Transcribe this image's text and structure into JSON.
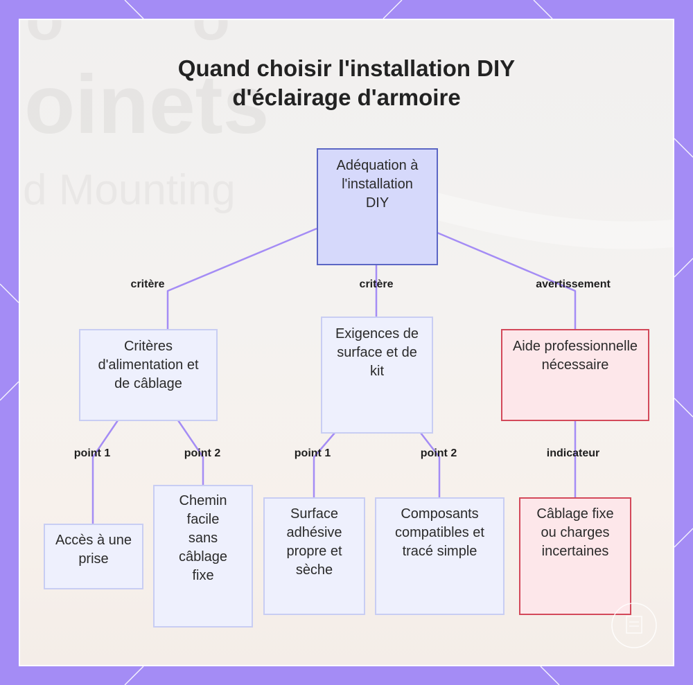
{
  "title": {
    "line1": "Quand choisir l'installation DIY",
    "line2": "d'éclairage d'armoire"
  },
  "nodes": {
    "root": "Adéquation à l'installation DIY",
    "power": "Critères d'alimentation et de câblage",
    "surface": "Exigences de surface et de kit",
    "pro": "Aide professionnelle nécessaire",
    "outlet": "Accès à une prise",
    "path": "Chemin facile sans câblage fixe",
    "adhesive": "Surface adhésive propre et sèche",
    "components": "Composants compatibles et tracé simple",
    "wiring": "Câblage fixe ou charges incertaines"
  },
  "edge_labels": {
    "root_power": "critère",
    "root_surface": "critère",
    "root_pro": "avertissement",
    "power_outlet": "point 1",
    "power_path": "point 2",
    "surface_adhesive": "point 1",
    "surface_components": "point 2",
    "pro_wiring": "indicateur"
  },
  "colors": {
    "background": "#a48cf5",
    "edge": "#a48cf5",
    "root_fill": "#d6d9fb",
    "root_border": "#5b66c4",
    "info_fill": "#eef0fd",
    "info_border": "#c8cdf3",
    "warn_fill": "#fde7ea",
    "warn_border": "#d3495a"
  }
}
